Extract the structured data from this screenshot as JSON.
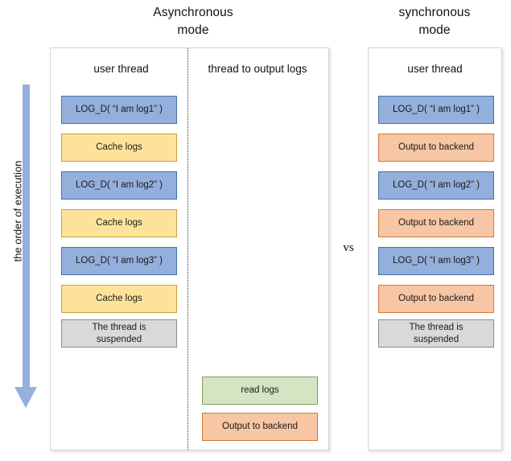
{
  "titles": {
    "async": "Asynchronous\nmode",
    "sync": "synchronous\nmode",
    "vs": "vs"
  },
  "order_arrow": {
    "label": "the order of execution",
    "color": "#94b0dd",
    "direction": "down"
  },
  "async_panel": {
    "columns": [
      {
        "header": "user thread"
      },
      {
        "header": "thread to output logs"
      }
    ],
    "user_thread_steps": [
      {
        "label": "LOG_D( “I am log1” )",
        "color": "blue"
      },
      {
        "label": "Cache logs",
        "color": "yellow"
      },
      {
        "label": "LOG_D( “I am log2” )",
        "color": "blue"
      },
      {
        "label": "Cache logs",
        "color": "yellow"
      },
      {
        "label": "LOG_D( “I am log3” )",
        "color": "blue"
      },
      {
        "label": "Cache logs",
        "color": "yellow"
      },
      {
        "label": "The thread is\nsuspended",
        "color": "gray"
      }
    ],
    "output_thread_steps": [
      {
        "label": "read logs",
        "color": "green"
      },
      {
        "label": "Output to backend",
        "color": "orange"
      }
    ]
  },
  "sync_panel": {
    "columns": [
      {
        "header": "user thread"
      }
    ],
    "user_thread_steps": [
      {
        "label": "LOG_D( “I am log1” )",
        "color": "blue"
      },
      {
        "label": "Output to backend",
        "color": "orange"
      },
      {
        "label": "LOG_D( “I am log2” )",
        "color": "blue"
      },
      {
        "label": "Output to backend",
        "color": "orange"
      },
      {
        "label": "LOG_D( “I am log3” )",
        "color": "blue"
      },
      {
        "label": "Output to backend",
        "color": "orange"
      },
      {
        "label": "The thread is\nsuspended",
        "color": "gray"
      }
    ]
  },
  "colors": {
    "blue_fill": "#93afdb",
    "blue_border": "#4472a4",
    "yellow_fill": "#fde39a",
    "yellow_border": "#c9a13a",
    "orange_fill": "#f7c6a5",
    "orange_border": "#d07a3c",
    "green_fill": "#d5e4c3",
    "green_border": "#7f9f5b",
    "gray_fill": "#d9d9d9",
    "gray_border": "#8c8c8c",
    "panel_border": "#d3d3d3",
    "divider": "#2b2b2b"
  }
}
